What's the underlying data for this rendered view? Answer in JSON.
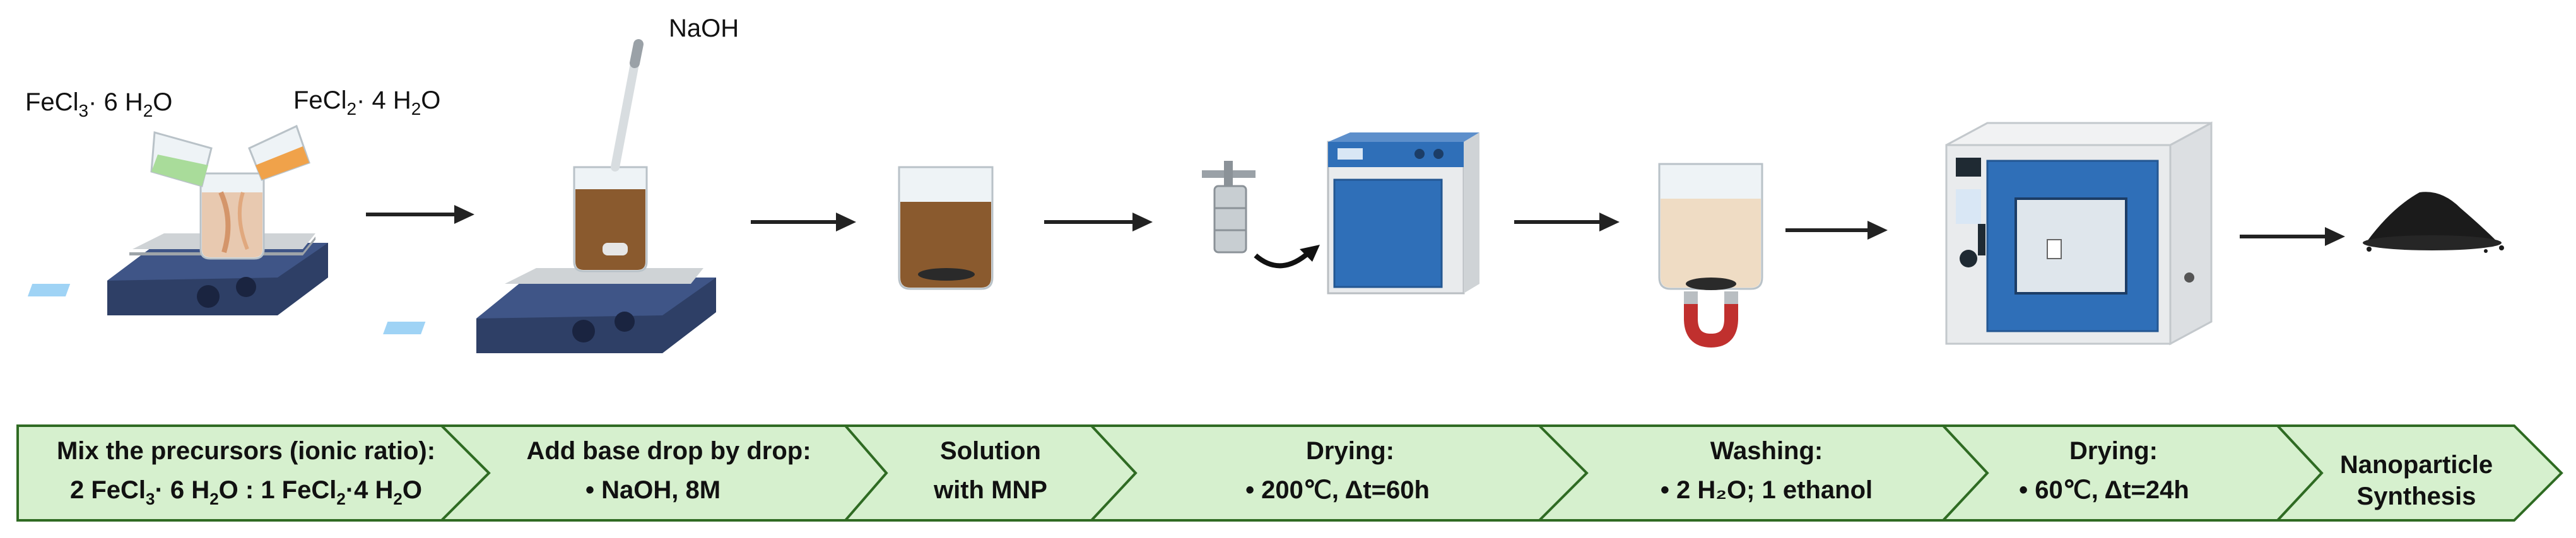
{
  "labels": {
    "fecl3": {
      "main": "FeCl",
      "sub1": "3",
      "mid": "· 6 H",
      "sub2": "2",
      "end": "O"
    },
    "fecl2": {
      "main": "FeCl",
      "sub1": "2",
      "mid": "· 4 H",
      "sub2": "2",
      "end": "O"
    },
    "naoh": "NaOH"
  },
  "steps": [
    {
      "line1": "Mix the precursors (ionic ratio):",
      "line2": {
        "a": "2 FeCl",
        "s1": "3",
        "b": "· 6 H",
        "s2": "2",
        "c": "O : 1 FeCl",
        "s3": "2",
        "d": "·4 H",
        "s4": "2",
        "e": "O"
      }
    },
    {
      "line1": "Add base drop by drop:",
      "line2": "•   NaOH, 8M"
    },
    {
      "line1": "Solution",
      "line2": "with MNP"
    },
    {
      "line1": "Drying:",
      "line2": "•   200℃, Δt=60h"
    },
    {
      "line1": "Washing:",
      "line2": "•   2 H₂O; 1 ethanol"
    },
    {
      "line1": "Drying:",
      "line2": "•   60℃, Δt=24h"
    },
    {
      "line1": "Nanoparticle",
      "line2": "Synthesis"
    }
  ],
  "colors": {
    "banner_fill": "#d6f0ce",
    "banner_stroke": "#2f6b23",
    "arrow": "#222222",
    "hotplate_body": "#2e3f66",
    "hotplate_top": "#cfd3d6",
    "liquid_brown": "#8a5a2e",
    "liquid_green": "#a9dc9a",
    "liquid_orange": "#f0a24a",
    "oven_blue": "#2f6fb8",
    "magnet_red": "#c0302e",
    "powder": "#1b1b1b"
  }
}
